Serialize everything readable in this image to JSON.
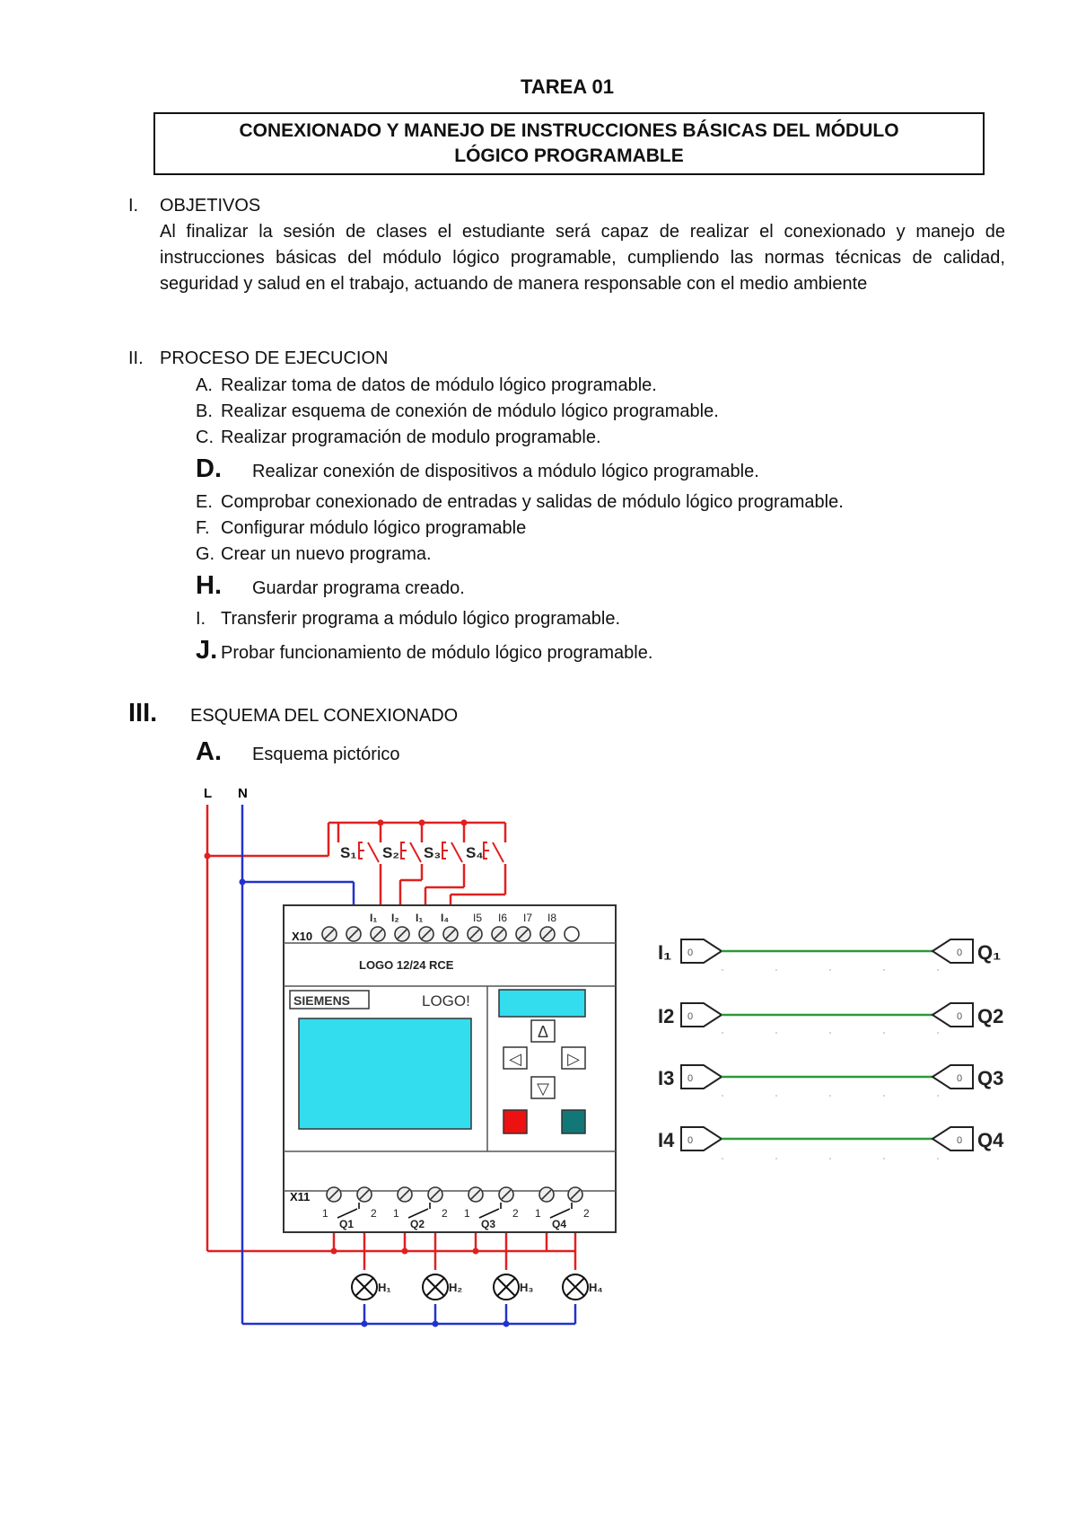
{
  "header": {
    "title": "TAREA 01",
    "subject_line1": "CONEXIONADO Y MANEJO DE INSTRUCCIONES BÁSICAS DEL MÓDULO",
    "subject_line2": "LÓGICO PROGRAMABLE"
  },
  "section1": {
    "number": "I.",
    "title": "OBJETIVOS",
    "body": "Al finalizar la sesión de clases el estudiante será capaz de  realizar el conexionado y manejo de instrucciones básicas del módulo lógico programable, cumpliendo las normas técnicas de calidad, seguridad y salud en el trabajo, actuando de manera responsable con el medio ambiente"
  },
  "section2": {
    "number": "II.",
    "title": "PROCESO DE EJECUCION",
    "steps": [
      {
        "letter": "A.",
        "text": "Realizar toma de datos de módulo lógico programable."
      },
      {
        "letter": "B.",
        "text": "Realizar esquema de conexión de módulo lógico programable."
      },
      {
        "letter": "C.",
        "text": "Realizar programación de modulo programable."
      },
      {
        "letter": "D.",
        "text": "Realizar conexión de dispositivos a módulo lógico programable."
      },
      {
        "letter": "E.",
        "text": "Comprobar conexionado de entradas y salidas de módulo lógico programable."
      },
      {
        "letter": "F.",
        "text": "Configurar módulo lógico programable"
      },
      {
        "letter": "G.",
        "text": "Crear un nuevo programa."
      },
      {
        "letter": "H.",
        "text": "Guardar programa creado."
      },
      {
        "letter": "I.",
        "text": "Transferir programa a módulo lógico programable."
      },
      {
        "letter": "J.",
        "text": "Probar funcionamiento de módulo lógico programable."
      }
    ]
  },
  "section3": {
    "number": "III.",
    "title": "ESQUEMA DEL CONEXIONADO",
    "sub_letter": "A.",
    "sub_title": "Esquema pictórico"
  },
  "diagram": {
    "line_label": "L",
    "neutral_label": "N",
    "switch_labels": [
      "S₁",
      "S₂",
      "S₃",
      "S₄"
    ],
    "input_header": "X10",
    "input_terminals": [
      "I₁",
      "I₂",
      "I₁",
      "I₄",
      "I5",
      "I6",
      "I7",
      "I8"
    ],
    "model_label": "LOGO 12/24 RCE",
    "brand_label": "SIEMENS",
    "logo_label": "LOGO!",
    "output_header": "X11",
    "relay_labels": [
      "Q1",
      "Q2",
      "Q3",
      "Q4"
    ],
    "relay_pin_1": "1",
    "relay_pin_2": "2",
    "lamp_labels": [
      "H₁",
      "H₂",
      "H₃",
      "H₄"
    ],
    "program_inputs": [
      "I₁",
      "I2",
      "I3",
      "I4"
    ],
    "program_outputs": [
      "Q₁",
      "Q2",
      "Q3",
      "Q4"
    ],
    "block_value": "0",
    "nav_up": "Δ",
    "nav_left": "◁",
    "nav_right": "▷",
    "nav_down": "▽",
    "colors": {
      "line": "#e02020",
      "neutral": "#2233cc",
      "screen": "#33ddee",
      "key_red": "#ee1111",
      "key_teal": "#117777",
      "program_wire": "#2a9a3a"
    }
  }
}
